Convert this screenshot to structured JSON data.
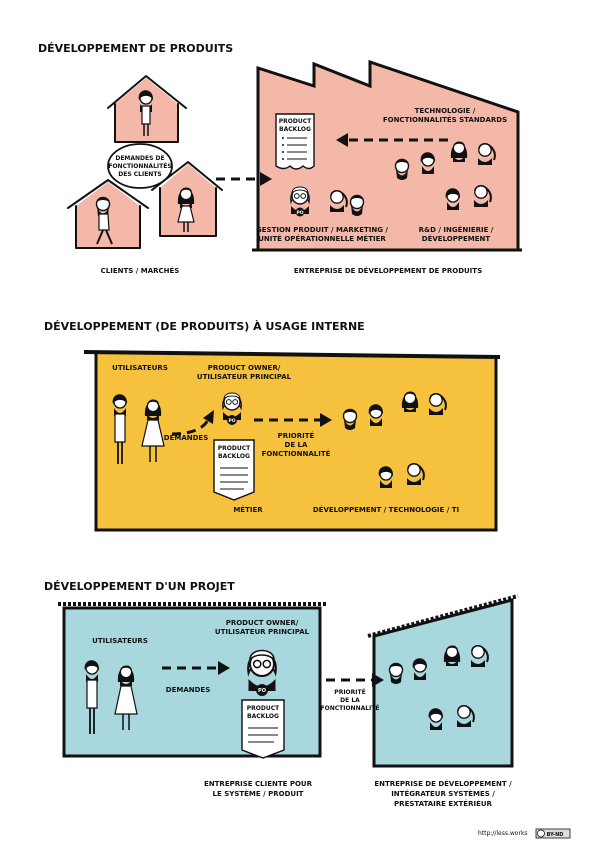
{
  "colors": {
    "salmon": "#f4b8a8",
    "yellow": "#f6c23e",
    "teal": "#a8d8de",
    "ink": "#111111",
    "paper": "#ffffff"
  },
  "sections": {
    "s1": {
      "title": "DÉVELOPPEMENT DE PRODUITS",
      "bubble": [
        "DEMANDES DE",
        "FONCTIONNALITÉS",
        "DES CLIENTS"
      ],
      "backlog": [
        "PRODUCT",
        "BACKLOG"
      ],
      "tech": [
        "TECHNOLOGIE /",
        "FONCTIONNALITÉS STANDARDS"
      ],
      "gestion": [
        "GESTION PRODUIT / MARKETING /",
        "UNITÉ OPÉRATIONNELLE MÉTIER"
      ],
      "rd": [
        "R&D / INGÉNIERIE /",
        "DÉVELOPPEMENT"
      ],
      "po_badge": "PO",
      "clients": "CLIENTS / MARCHÉS",
      "entreprise": "ENTREPRISE DE DÉVELOPPEMENT DE PRODUITS"
    },
    "s2": {
      "title": "DÉVELOPPEMENT (DE PRODUITS) À USAGE INTERNE",
      "utilisateurs": "UTILISATEURS",
      "po": [
        "PRODUCT OWNER/",
        "UTILISATEUR PRINCIPAL"
      ],
      "demandes": "DEMANDES",
      "priorite": [
        "PRIORITÉ",
        "DE LA",
        "FONCTIONNALITÉ"
      ],
      "backlog": [
        "PRODUCT",
        "BACKLOG"
      ],
      "po_badge": "PO",
      "metier": "MÉTIER",
      "dev": "DÉVELOPPEMENT / TECHNOLOGIE / TI"
    },
    "s3": {
      "title": "DÉVELOPPEMENT D'UN PROJET",
      "utilisateurs": "UTILISATEURS",
      "po": [
        "PRODUCT OWNER/",
        "UTILISATEUR PRINCIPAL"
      ],
      "demandes": "DEMANDES",
      "priorite": [
        "PRIORITÉ",
        "DE LA",
        "FONCTIONNALITÉ"
      ],
      "backlog": [
        "PRODUCT",
        "BACKLOG"
      ],
      "po_badge": "PO",
      "cliente": [
        "ENTREPRISE CLIENTE POUR",
        "LE SYSTÈME / PRODUIT"
      ],
      "dev": [
        "ENTREPRISE DE DÉVELOPPEMENT /",
        "INTÉGRATEUR SYSTÈMES /",
        "PRESTATAIRE EXTÉRIEUR"
      ]
    }
  },
  "footer": {
    "url": "http://less.works",
    "license": "BY-ND"
  }
}
